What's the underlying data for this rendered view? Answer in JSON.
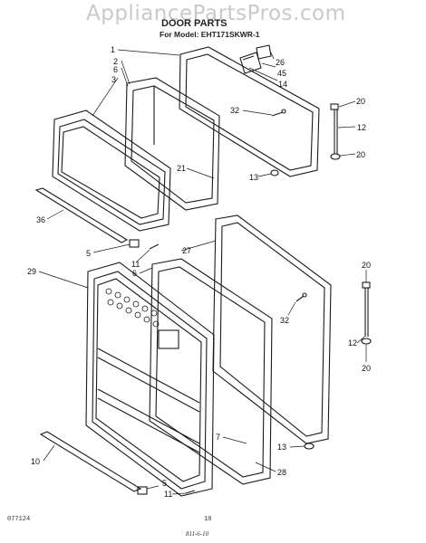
{
  "watermark": "AppliancePartsPros.com",
  "title": "DOOR PARTS",
  "subtitle": "For Model: EHT171SKWR-1",
  "callouts": [
    "1",
    "2",
    "6",
    "3",
    "26",
    "45",
    "14",
    "32",
    "20",
    "12",
    "20",
    "21",
    "13",
    "36",
    "5",
    "11",
    "27",
    "29",
    "6",
    "32",
    "20",
    "12",
    "20",
    "7",
    "13",
    "28",
    "10",
    "5",
    "11"
  ],
  "footer": {
    "code": "077124",
    "page": "10",
    "date": "811-6-10"
  }
}
